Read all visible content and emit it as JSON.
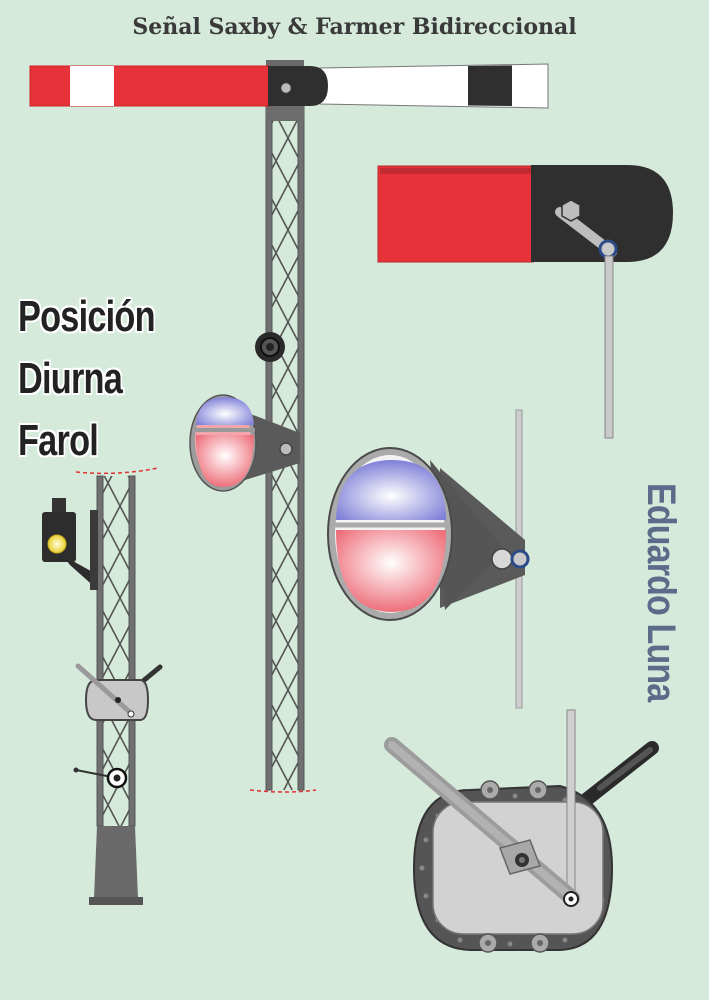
{
  "title": "Señal Saxby & Farmer Bidireccional",
  "labels": {
    "line1": "Posición",
    "line2": "Diurna",
    "line3": "Farol"
  },
  "author": "Eduardo Luna",
  "colors": {
    "background": "#d5eadb",
    "arm_red": "#e8323a",
    "arm_white": "#ffffff",
    "arm_black": "#2f2f2f",
    "mast_grey": "#6e6e6e",
    "lamp_blue": "#8c8ce0",
    "lamp_red": "#f07c86",
    "lamp_yellow": "#f2e14a",
    "author_blue": "#5b6b8a"
  },
  "icons": [
    "signal-arm",
    "lattice-mast",
    "lamp-spectacle",
    "lever-mechanism",
    "signal-lamp"
  ]
}
